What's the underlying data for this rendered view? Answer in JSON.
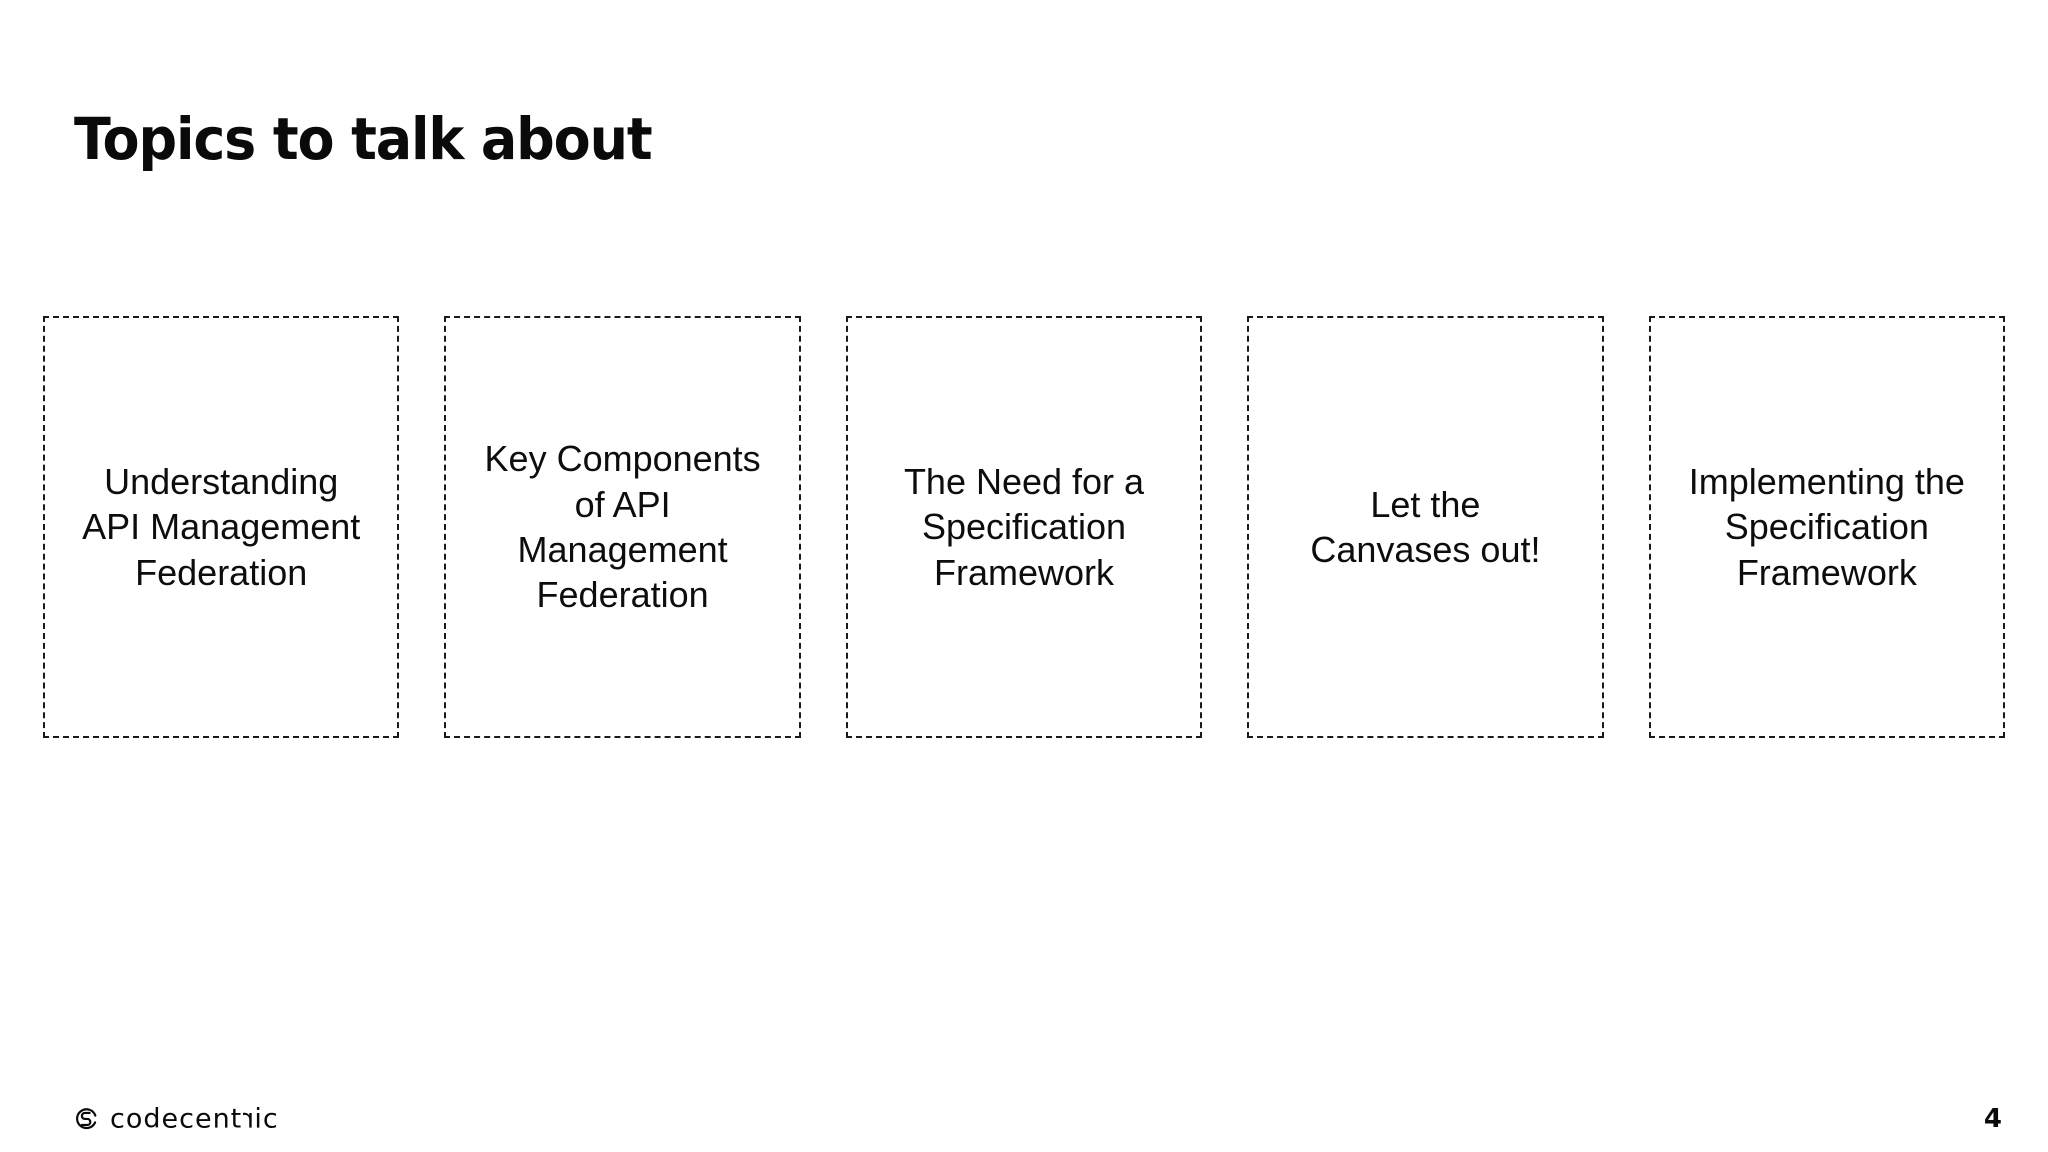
{
  "slide": {
    "title": "Topics to talk about",
    "background_color": "#ffffff",
    "text_color": "#000000",
    "border_color": "#1a1a1a"
  },
  "topics": [
    {
      "label": "Understanding\nAPI Management\nFederation"
    },
    {
      "label": "Key Components\nof API\nManagement\nFederation"
    },
    {
      "label": "The Need for a\nSpecification\nFramework"
    },
    {
      "label": "Let the\nCanvases out!"
    },
    {
      "label": "Implementing the\nSpecification\nFramework"
    }
  ],
  "footer": {
    "logo_icon": "codecentric-logo-icon",
    "brand_part_1": "codecent",
    "brand_part_2": "r",
    "brand_part_3": "ic",
    "page_number": "4"
  }
}
